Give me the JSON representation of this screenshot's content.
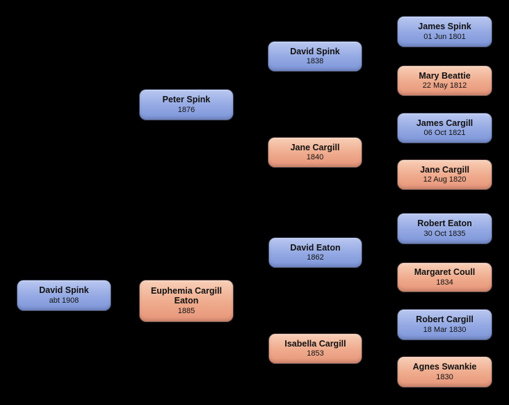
{
  "chart": {
    "type": "pedigree-tree",
    "background": "#000000",
    "colors": {
      "male": {
        "top": "#b9c7f0",
        "mid": "#93a8e3",
        "bottom": "#7e96d9"
      },
      "female": {
        "top": "#f8cfb7",
        "mid": "#efaa8c",
        "bottom": "#e6957a"
      },
      "text": "#111111"
    },
    "people": [
      {
        "name": "David Spink",
        "date": "abt 1908",
        "sex": "male",
        "generation": 1,
        "slot": 0
      },
      {
        "name": "Peter Spink",
        "date": "1876",
        "sex": "male",
        "generation": 2,
        "slot": 0
      },
      {
        "name": "Euphemia Cargill Eaton",
        "date": "1885",
        "sex": "female",
        "generation": 2,
        "slot": 1
      },
      {
        "name": "David Spink",
        "date": "1838",
        "sex": "male",
        "generation": 3,
        "slot": 0
      },
      {
        "name": "Jane Cargill",
        "date": "1840",
        "sex": "female",
        "generation": 3,
        "slot": 1
      },
      {
        "name": "David Eaton",
        "date": "1862",
        "sex": "male",
        "generation": 3,
        "slot": 2
      },
      {
        "name": "Isabella Cargill",
        "date": "1853",
        "sex": "female",
        "generation": 3,
        "slot": 3
      },
      {
        "name": "James Spink",
        "date": "01 Jun 1801",
        "sex": "male",
        "generation": 4,
        "slot": 0
      },
      {
        "name": "Mary Beattie",
        "date": "22 May 1812",
        "sex": "female",
        "generation": 4,
        "slot": 1
      },
      {
        "name": "James Cargill",
        "date": "06 Oct 1821",
        "sex": "male",
        "generation": 4,
        "slot": 2
      },
      {
        "name": "Jane Cargill",
        "date": "12 Aug 1820",
        "sex": "female",
        "generation": 4,
        "slot": 3
      },
      {
        "name": "Robert Eaton",
        "date": "30 Oct 1835",
        "sex": "male",
        "generation": 4,
        "slot": 4
      },
      {
        "name": "Margaret Coull",
        "date": "1834",
        "sex": "female",
        "generation": 4,
        "slot": 5
      },
      {
        "name": "Robert Cargill",
        "date": "18 Mar 1830",
        "sex": "male",
        "generation": 4,
        "slot": 6
      },
      {
        "name": "Agnes Swankie",
        "date": "1830",
        "sex": "female",
        "generation": 4,
        "slot": 7
      }
    ]
  }
}
